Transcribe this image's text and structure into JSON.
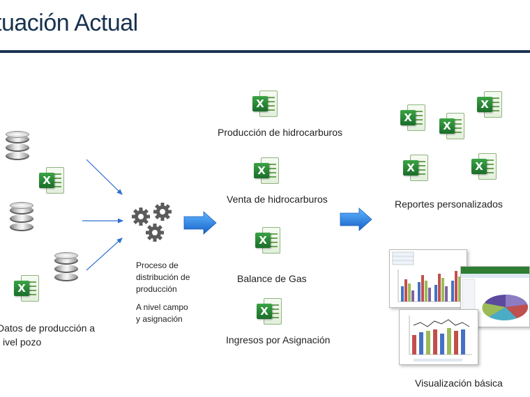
{
  "header": {
    "title": "tuación Actual"
  },
  "sources": {
    "label_line1": "Datos de producción a",
    "label_line2": "ivel pozo"
  },
  "process": {
    "line1": "Proceso de",
    "line2": "distribución de",
    "line3": "producción",
    "line4": "A nivel campo",
    "line5": "y asignación"
  },
  "outputs": [
    {
      "label": "Producción de hidrocarburos"
    },
    {
      "label": "Venta de hidrocarburos"
    },
    {
      "label": "Balance de Gas"
    },
    {
      "label": "Ingresos por Asignación"
    }
  ],
  "reports": {
    "custom_label": "Reportes personalizados",
    "visual_label": "Visualización básica"
  },
  "icons": {
    "database": "database-icon",
    "spreadsheet": "excel-icon",
    "process": "gears-icon",
    "flow": "blue-arrow-icon"
  },
  "colors": {
    "title": "#17324f",
    "rule": "#1c3452",
    "arrow": "#1e73d8",
    "excel": "#2a8a38"
  }
}
